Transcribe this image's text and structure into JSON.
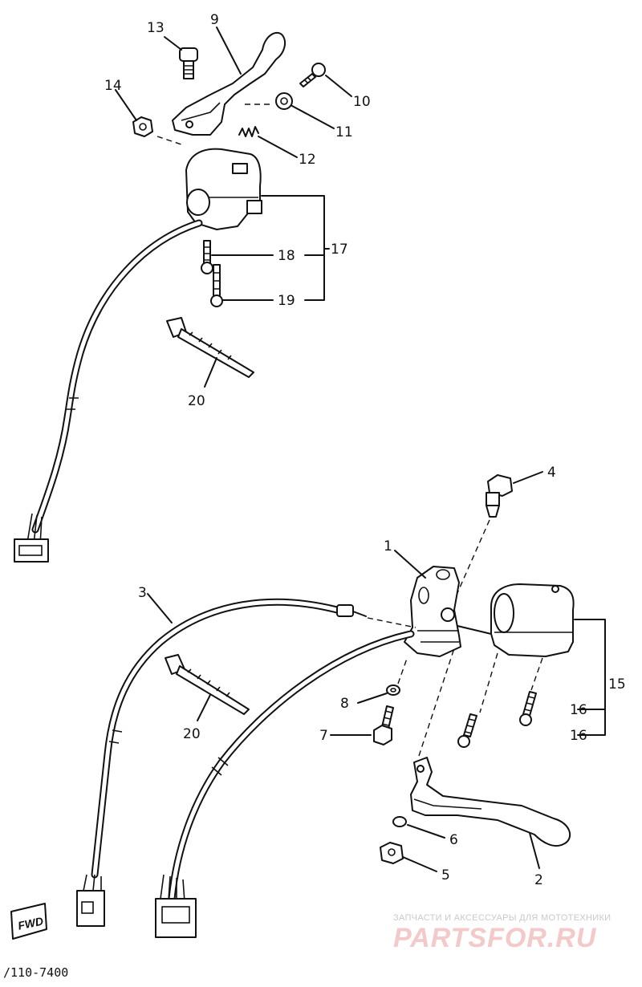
{
  "callouts": [
    {
      "id": "1",
      "label": "1"
    },
    {
      "id": "2",
      "label": "2"
    },
    {
      "id": "3",
      "label": "3"
    },
    {
      "id": "4",
      "label": "4"
    },
    {
      "id": "5",
      "label": "5"
    },
    {
      "id": "6",
      "label": "6"
    },
    {
      "id": "7",
      "label": "7"
    },
    {
      "id": "8",
      "label": "8"
    },
    {
      "id": "9",
      "label": "9"
    },
    {
      "id": "10",
      "label": "10"
    },
    {
      "id": "11",
      "label": "11"
    },
    {
      "id": "12",
      "label": "12"
    },
    {
      "id": "13",
      "label": "13"
    },
    {
      "id": "14",
      "label": "14"
    },
    {
      "id": "15",
      "label": "15"
    },
    {
      "id": "16a",
      "label": "16"
    },
    {
      "id": "16b",
      "label": "16"
    },
    {
      "id": "17",
      "label": "17"
    },
    {
      "id": "18",
      "label": "18"
    },
    {
      "id": "19",
      "label": "19"
    },
    {
      "id": "20a",
      "label": "20"
    },
    {
      "id": "20b",
      "label": "20"
    }
  ],
  "direction_mark": "FWD",
  "diagram_code": "/110-7400",
  "watermark": {
    "tagline": "ЗАПЧАСТИ И АКСЕССУАРЫ ДЛЯ МОТОТЕХНИКИ",
    "brand": "PARTSFOR.RU"
  }
}
